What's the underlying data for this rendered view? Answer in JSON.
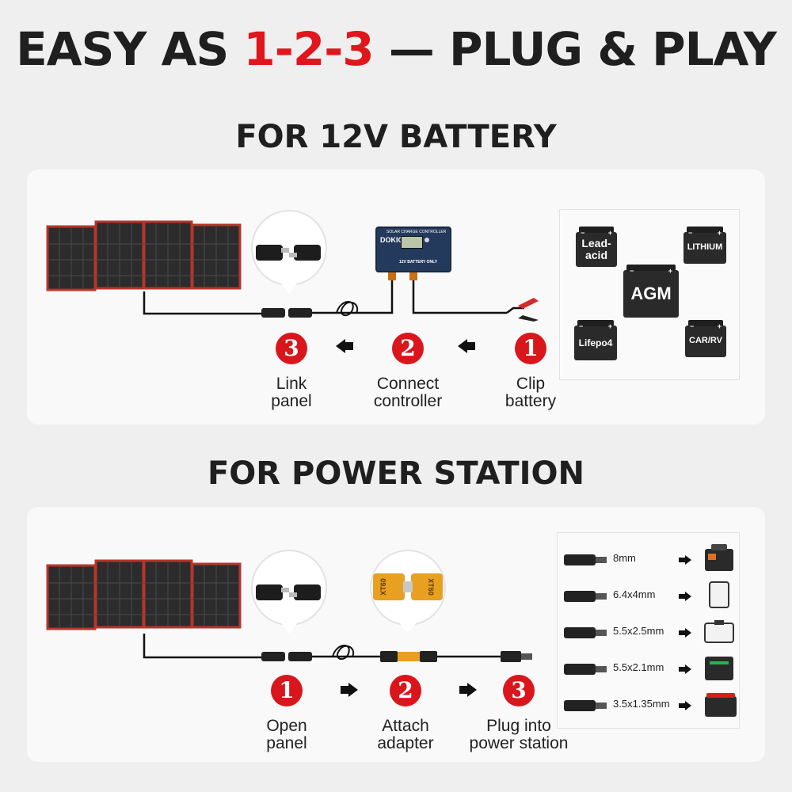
{
  "headline": {
    "part1": "EASY AS ",
    "accent": "1-2-3",
    "part2": " — PLUG & PLAY"
  },
  "battery_section": {
    "title": "FOR 12V BATTERY",
    "controller": {
      "title": "SOLAR CHARGE CONTROLLER",
      "brand": "DOKIO",
      "note": "12V BATTERY ONLY"
    },
    "steps": [
      {
        "num": "3",
        "label1": "Link",
        "label2": "panel"
      },
      {
        "num": "2",
        "label1": "Connect",
        "label2": "controller"
      },
      {
        "num": "1",
        "label1": "Clip",
        "label2": "battery"
      }
    ],
    "battery_types": [
      "Lead-acid",
      "LITHIUM",
      "AGM",
      "Lifepo4",
      "CAR/RV"
    ]
  },
  "station_section": {
    "title": "FOR POWER STATION",
    "adapter_labels": [
      "XT60",
      "XT60"
    ],
    "steps": [
      {
        "num": "1",
        "label1": "Open",
        "label2": "panel"
      },
      {
        "num": "2",
        "label1": "Attach",
        "label2": "adapter"
      },
      {
        "num": "3",
        "label1": "Plug into",
        "label2": "power station"
      }
    ],
    "adapters": [
      "8mm",
      "6.4x4mm",
      "5.5x2.5mm",
      "5.5x2.1mm",
      "3.5x1.35mm"
    ]
  },
  "colors": {
    "accent": "#e0161c",
    "step_badge": "#d9161c",
    "panel_frame": "#b8352b",
    "panel_cell": "#2c2c2c"
  }
}
